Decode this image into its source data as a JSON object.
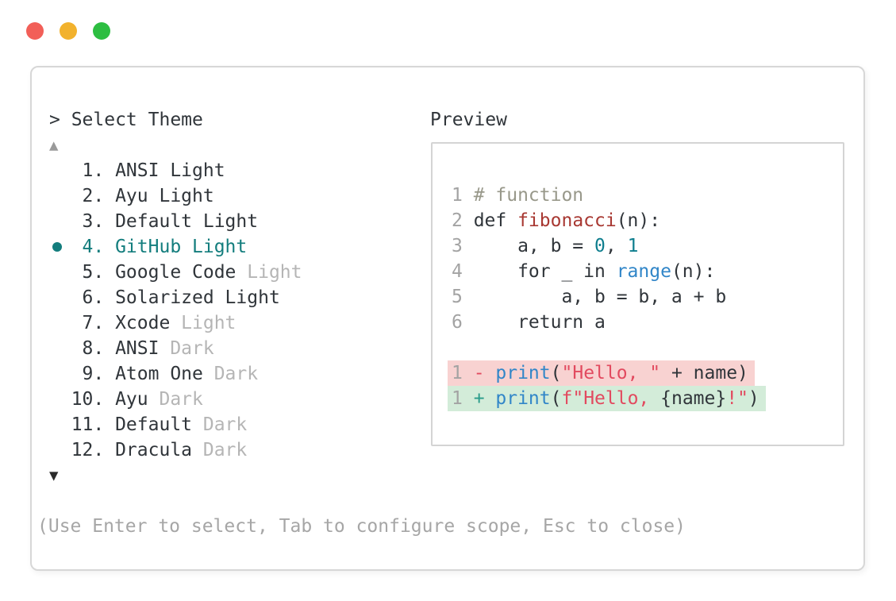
{
  "colors": {
    "accent_teal": "#137d7d",
    "text_dark": "#30353a",
    "text_muted": "#b5b5b5",
    "help_gray": "#a6a6a6",
    "line_number_gray": "#a3a3a3",
    "comment": "#98988a",
    "function_red": "#a83832",
    "number_teal": "#0e7e8e",
    "builtin_blue": "#3186c8",
    "string_red": "#e24a5f",
    "diff_plus_teal": "#2a9c8a",
    "diff_removed_bg": "#f8d2d1",
    "diff_added_bg": "#d3ecd9",
    "traffic_red": "#f25f58",
    "traffic_yellow": "#f2b22d",
    "traffic_green": "#2dbe41"
  },
  "theme_picker": {
    "prompt": "> Select Theme",
    "scroll_up_icon": "▲",
    "scroll_down_icon": "▼",
    "items": [
      {
        "number": "1",
        "selected": false,
        "segments": [
          {
            "text": "ANSI Light",
            "style": "normal"
          }
        ]
      },
      {
        "number": "2",
        "selected": false,
        "segments": [
          {
            "text": "Ayu Light",
            "style": "normal"
          }
        ]
      },
      {
        "number": "3",
        "selected": false,
        "segments": [
          {
            "text": "Default Light",
            "style": "normal"
          }
        ]
      },
      {
        "number": "4",
        "selected": true,
        "segments": [
          {
            "text": "GitHub Light",
            "style": "selected"
          }
        ]
      },
      {
        "number": "5",
        "selected": false,
        "segments": [
          {
            "text": "Google Code ",
            "style": "normal"
          },
          {
            "text": "Light",
            "style": "muted"
          }
        ]
      },
      {
        "number": "6",
        "selected": false,
        "segments": [
          {
            "text": "Solarized Light",
            "style": "normal"
          }
        ]
      },
      {
        "number": "7",
        "selected": false,
        "segments": [
          {
            "text": "Xcode ",
            "style": "normal"
          },
          {
            "text": "Light",
            "style": "muted"
          }
        ]
      },
      {
        "number": "8",
        "selected": false,
        "segments": [
          {
            "text": "ANSI ",
            "style": "normal"
          },
          {
            "text": "Dark",
            "style": "muted"
          }
        ]
      },
      {
        "number": "9",
        "selected": false,
        "segments": [
          {
            "text": "Atom One ",
            "style": "normal"
          },
          {
            "text": "Dark",
            "style": "muted"
          }
        ]
      },
      {
        "number": "10",
        "selected": false,
        "segments": [
          {
            "text": "Ayu ",
            "style": "normal"
          },
          {
            "text": "Dark",
            "style": "muted"
          }
        ]
      },
      {
        "number": "11",
        "selected": false,
        "segments": [
          {
            "text": "Default ",
            "style": "normal"
          },
          {
            "text": "Dark",
            "style": "muted"
          }
        ]
      },
      {
        "number": "12",
        "selected": false,
        "segments": [
          {
            "text": "Dracula ",
            "style": "normal"
          },
          {
            "text": "Dark",
            "style": "muted"
          }
        ]
      }
    ],
    "help_text": "(Use Enter to select, Tab to configure scope, Esc to close)"
  },
  "preview": {
    "title": "Preview",
    "code_lines": [
      {
        "number": "1",
        "tokens": [
          [
            "# function",
            "comment"
          ]
        ]
      },
      {
        "number": "2",
        "tokens": [
          [
            "def ",
            "plain"
          ],
          [
            "fibonacci",
            "func"
          ],
          [
            "(n):",
            "plain"
          ]
        ]
      },
      {
        "number": "3",
        "tokens": [
          [
            "    a, b = ",
            "plain"
          ],
          [
            "0",
            "number"
          ],
          [
            ", ",
            "plain"
          ],
          [
            "1",
            "number"
          ]
        ]
      },
      {
        "number": "4",
        "tokens": [
          [
            "    for _ in ",
            "plain"
          ],
          [
            "range",
            "blue"
          ],
          [
            "(n):",
            "plain"
          ]
        ]
      },
      {
        "number": "5",
        "tokens": [
          [
            "        a, b = b, a + b",
            "plain"
          ]
        ]
      },
      {
        "number": "6",
        "tokens": [
          [
            "    return a",
            "plain"
          ]
        ]
      }
    ],
    "diff_lines": [
      {
        "number": "1",
        "kind": "removed",
        "tokens": [
          [
            "- ",
            "minus"
          ],
          [
            "print",
            "blue"
          ],
          [
            "(",
            "plain"
          ],
          [
            "\"Hello, \"",
            "string"
          ],
          [
            " + name)",
            "plain"
          ]
        ]
      },
      {
        "number": "1",
        "kind": "added",
        "tokens": [
          [
            "+ ",
            "plus"
          ],
          [
            "print",
            "blue"
          ],
          [
            "(",
            "plain"
          ],
          [
            "f\"Hello, ",
            "string"
          ],
          [
            "{name}",
            "plain"
          ],
          [
            "!\"",
            "string"
          ],
          [
            ")",
            "plain"
          ]
        ]
      }
    ]
  }
}
